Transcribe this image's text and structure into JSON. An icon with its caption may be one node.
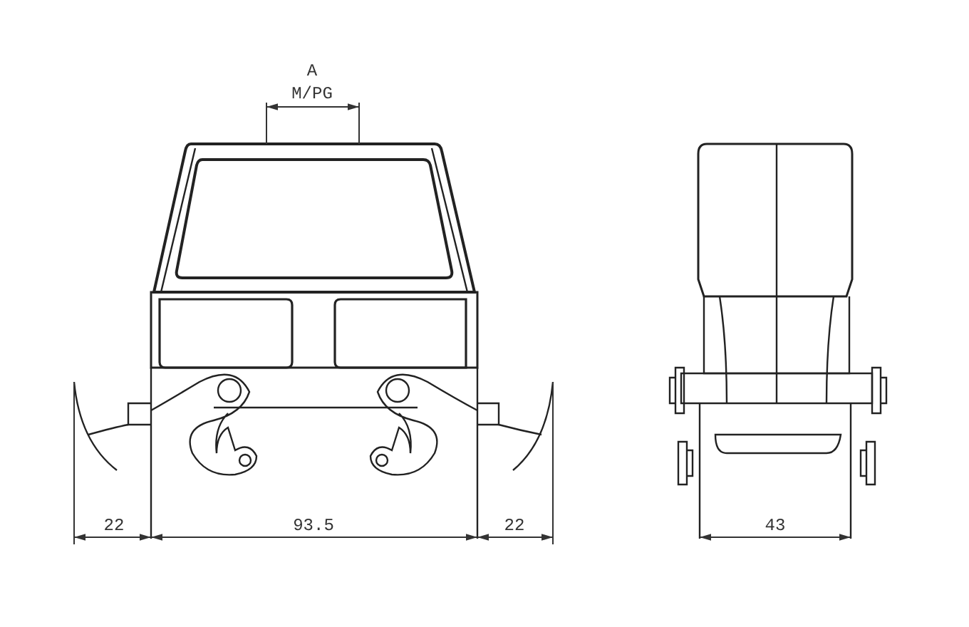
{
  "diagram": {
    "labels": [
      "A",
      "M/PG",
      "22",
      "93.5",
      "22",
      "43"
    ]
  }
}
